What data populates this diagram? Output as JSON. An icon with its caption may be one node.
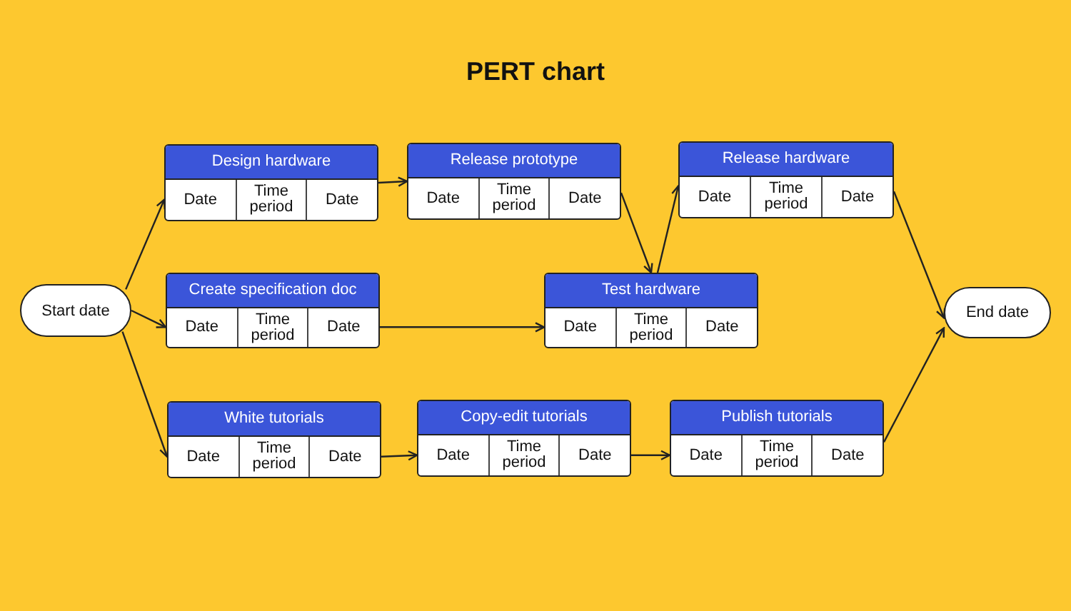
{
  "diagram": {
    "title": "PERT chart",
    "nodes": [
      {
        "text": [
          "Start date"
        ]
      },
      {
        "text": [
          "Design hardware",
          "Date",
          "Time period",
          "Date"
        ]
      },
      {
        "text": [
          "Release prototype",
          "Date",
          "Time period",
          "Date"
        ]
      },
      {
        "text": [
          "Release hardware",
          "Date",
          "Time period",
          "Date"
        ]
      },
      {
        "text": [
          "Create specification doc",
          "Date",
          "Time period",
          "Date"
        ]
      },
      {
        "text": [
          "Test hardware",
          "Date",
          "Time period",
          "Date"
        ]
      },
      {
        "text": [
          "White tutorials",
          "Date",
          "Time period",
          "Date"
        ]
      },
      {
        "text": [
          "Copy-edit tutorials",
          "Date",
          "Time period",
          "Date"
        ]
      },
      {
        "text": [
          "Publish tutorials",
          "Date",
          "Time period",
          "Date"
        ]
      },
      {
        "text": [
          "End date"
        ]
      }
    ],
    "edges": [
      {
        "from": 0,
        "to": 1,
        "arrow": "to"
      },
      {
        "from": 0,
        "to": 4,
        "arrow": "to"
      },
      {
        "from": 0,
        "to": 6,
        "arrow": "to"
      },
      {
        "from": 1,
        "to": 2,
        "arrow": "to"
      },
      {
        "from": 2,
        "to": 5,
        "arrow": "to"
      },
      {
        "from": 4,
        "to": 5,
        "arrow": "to"
      },
      {
        "from": 5,
        "to": 3,
        "arrow": "to"
      },
      {
        "from": 3,
        "to": 9,
        "arrow": "to"
      },
      {
        "from": 6,
        "to": 7,
        "arrow": "to"
      },
      {
        "from": 7,
        "to": 8,
        "arrow": "to"
      },
      {
        "from": 8,
        "to": 9,
        "arrow": "to"
      }
    ]
  }
}
